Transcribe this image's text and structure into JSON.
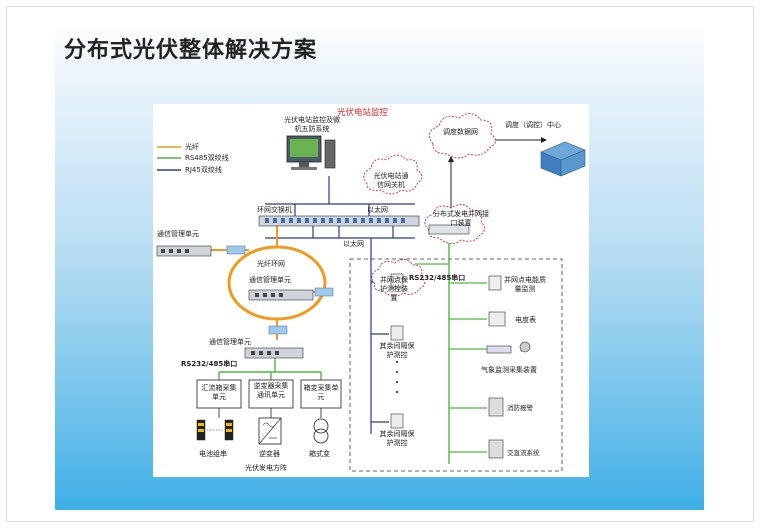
{
  "page": {
    "title": "分布式光伏整体解决方案"
  },
  "diagram": {
    "top_title": "光伏电站监控",
    "legend": [
      {
        "label": "光纤",
        "color": "#f39a1e"
      },
      {
        "label": "RS485双绞线",
        "color": "#4cba3a"
      },
      {
        "label": "RJ45双绞线",
        "color": "#2b3a8f"
      }
    ],
    "station_monitor": "光伏电站监控及微机五防系统",
    "gateway_cloud": "光伏电站通信网关机",
    "dispatch_network": "调度数据网",
    "dispatch_center": "调度（调控）中心",
    "ring_switch": "环网交换机",
    "ethernet_1": "以太网",
    "ethernet_2": "以太网",
    "grid_device": "分布式发电并网接口装置",
    "comm_unit_left": "通信管理单元",
    "fiber_ring": "光纤环网",
    "comm_unit_ring": "通信管理单元",
    "comm_unit_bottom": "通信管理单元",
    "rs_port_bottom": "RS232/485串口",
    "rs_port_right": "RS232/485串口",
    "island_protect": "并网点保护测控装置",
    "power_quality": "并网点电能质量监测",
    "meter": "电度表",
    "weather": "气象监测采集装置",
    "other_protect_1": "其余间隔保护测控",
    "other_protect_2": "其余间隔保护测控",
    "fire_alarm": "消防报警",
    "acdc_system": "交直流系统",
    "combiner_unit": "汇流箱采集单元",
    "inverter_unit": "逆变器采集通讯单元",
    "transformer_unit": "箱变采集单元",
    "battery_string": "电池组串",
    "inverter": "逆变器",
    "box_transformer": "箱式变",
    "pv_array": "光伏发电方阵"
  }
}
